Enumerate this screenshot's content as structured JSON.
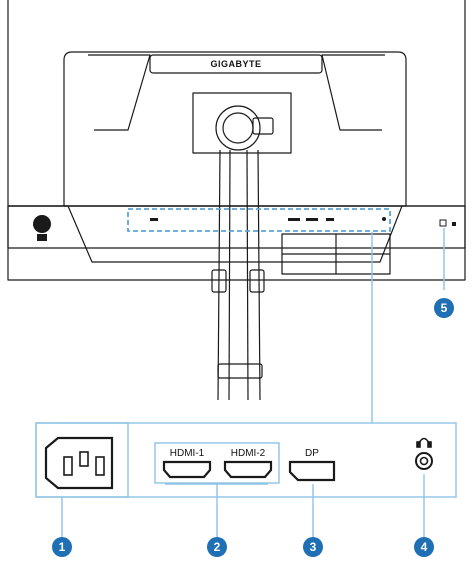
{
  "diagram": {
    "brand_logo": "GIGABYTE",
    "port_labels": {
      "hdmi1": "HDMI-1",
      "hdmi2": "HDMI-2",
      "dp": "DP"
    },
    "callouts": [
      {
        "id": "1",
        "component": "power-inlet"
      },
      {
        "id": "2",
        "component": "hdmi-ports"
      },
      {
        "id": "3",
        "component": "displayport"
      },
      {
        "id": "4",
        "component": "headphone-jack"
      },
      {
        "id": "5",
        "component": "kensington-lock"
      }
    ],
    "icons": [
      "power-inlet-icon",
      "hdmi-port-icon",
      "displayport-icon",
      "headphone-icon",
      "audio-jack-icon",
      "lock-icon",
      "joystick-button-icon"
    ],
    "colors": {
      "callout_fill": "#1f6fb5",
      "highlight_dash": "#5aa6d6",
      "panel_border": "#8ec3e6",
      "outline": "#1a1a1a"
    }
  }
}
